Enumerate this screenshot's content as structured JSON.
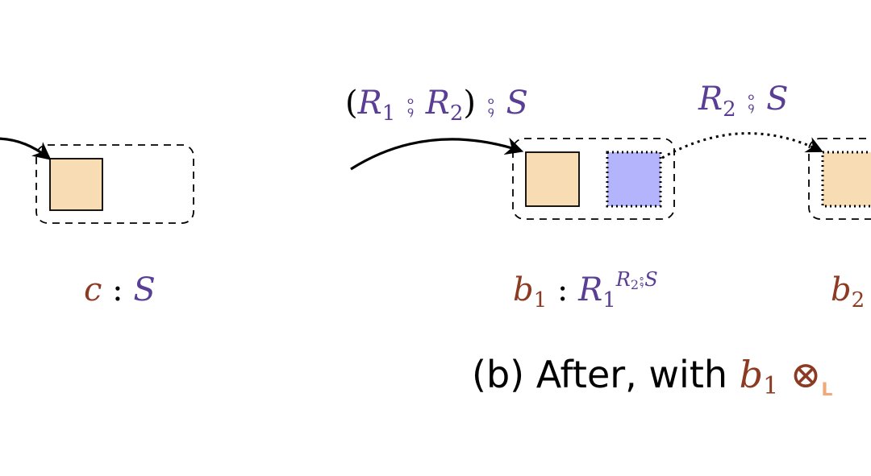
{
  "labels": {
    "left_arrow": {
      "open": "(",
      "r1": "R",
      "r1_sub": "1",
      "semi1": "⨟",
      "r2": "R",
      "r2_sub": "2",
      "close": ")",
      "semi2": "⨟",
      "s": "S"
    },
    "right_arrow": {
      "r2": "R",
      "r2_sub": "2",
      "semi": "⨟",
      "s": "S"
    },
    "c_type": {
      "var": "c",
      "colon": ":",
      "type": "S"
    },
    "b1_type": {
      "var": "b",
      "var_sub": "1",
      "colon": ":",
      "type": "R",
      "type_sub": "1",
      "sup_r": "R",
      "sup_r_sub": "2",
      "sup_semi": "⨟",
      "sup_s": "S"
    },
    "b2_type": {
      "var": "b",
      "var_sub": "2"
    }
  },
  "caption": {
    "prefix": "(b) After, with ",
    "var": "b",
    "var_sub": "1",
    "op": " ⊗",
    "op_sub": "L"
  },
  "colors": {
    "peach": "#f8dcb4",
    "lavender": "#b4b4fc",
    "variable": "#8c3a22",
    "type": "#5a3d94",
    "orange_sub": "#f0a878"
  }
}
